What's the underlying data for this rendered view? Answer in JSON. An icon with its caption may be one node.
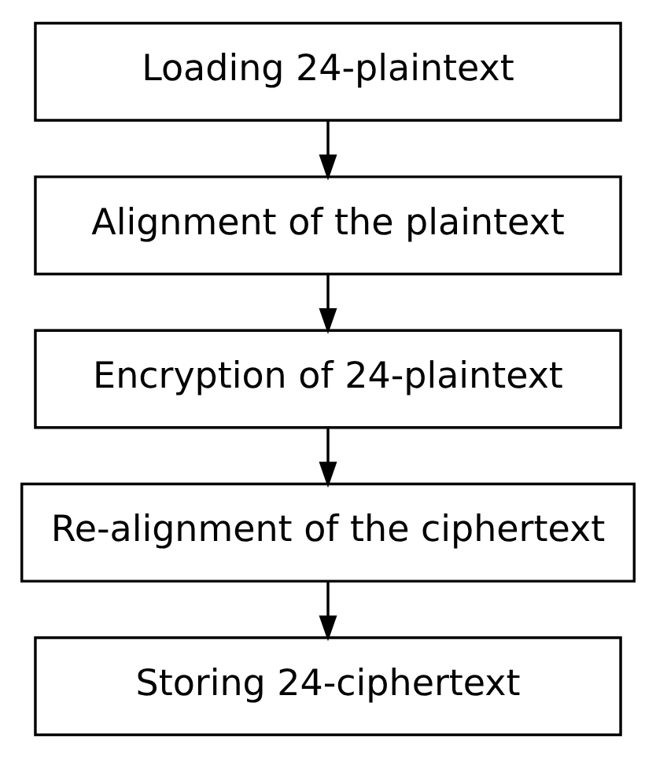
{
  "diagram": {
    "nodes": [
      {
        "text": [
          "Loading 24-plaintext"
        ]
      },
      {
        "text": [
          "Alignment of the plaintext"
        ]
      },
      {
        "text": [
          "Encryption of 24-plaintext"
        ]
      },
      {
        "text": [
          "Re-alignment of the ciphertext"
        ]
      },
      {
        "text": [
          "Storing 24-ciphertext"
        ]
      }
    ],
    "edges": [
      {
        "from": 0,
        "to": 1,
        "arrow": "to"
      },
      {
        "from": 1,
        "to": 2,
        "arrow": "to"
      },
      {
        "from": 2,
        "to": 3,
        "arrow": "to"
      },
      {
        "from": 3,
        "to": 4,
        "arrow": "to"
      }
    ]
  }
}
